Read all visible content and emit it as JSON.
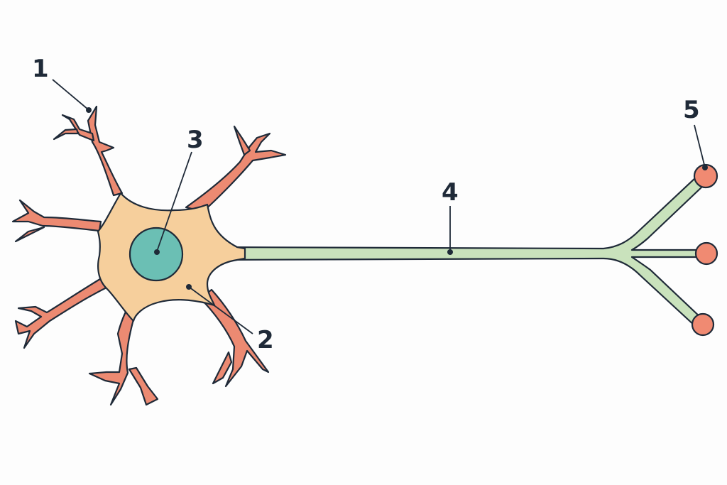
{
  "colors": {
    "background": "#fdfdfd",
    "outline": "#1f2a38",
    "dendrite": "#ec8a72",
    "soma": "#f6cf9c",
    "nucleus": "#6bbfb4",
    "axon": "#c9e2bc",
    "terminal": "#f08a72",
    "label": "#1f2a38"
  },
  "labels": [
    {
      "id": "1",
      "text": "1",
      "part": "dendrite"
    },
    {
      "id": "2",
      "text": "2",
      "part": "soma"
    },
    {
      "id": "3",
      "text": "3",
      "part": "nucleus"
    },
    {
      "id": "4",
      "text": "4",
      "part": "axon"
    },
    {
      "id": "5",
      "text": "5",
      "part": "axon-terminal"
    }
  ]
}
